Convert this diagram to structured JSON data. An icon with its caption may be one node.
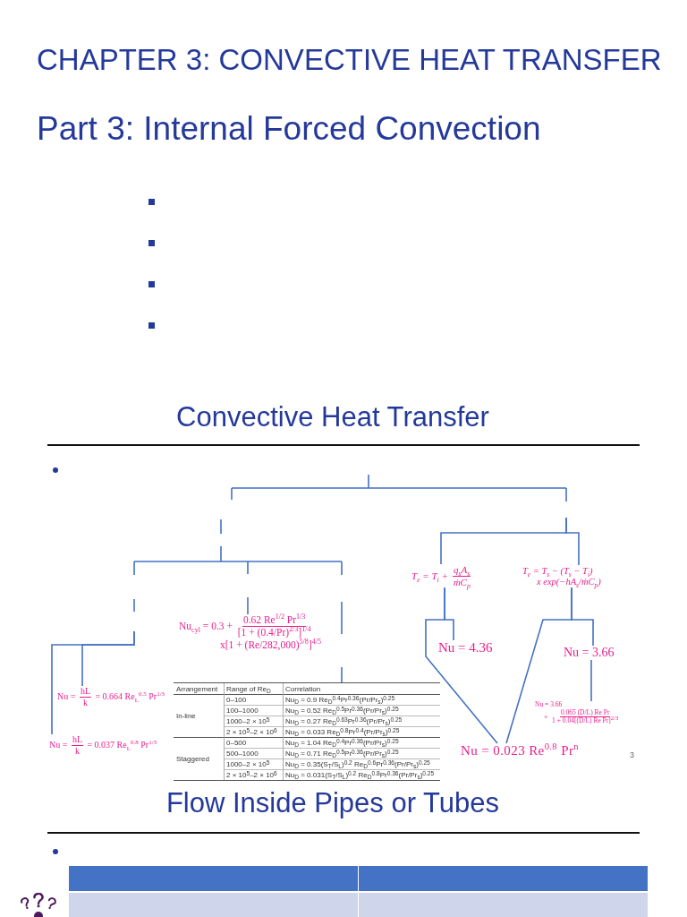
{
  "diagram": {
    "title": "CHAPTER 3: CONVECTIVE HEAT TRANSFER",
    "nodes": [
      {
        "text": [
          "T$_{e}$ = T$_{i}$ +",
          "q$_{s}$A$_{s}$",
          "ṁC$_{p}$"
        ]
      },
      {
        "text": [
          "T$_{e}$ = T$_{s}$ − (T$_{s}$ − T$_{i}$)",
          "x exp(−hA$_{s}$/ṁC$_{p}$)"
        ]
      },
      {
        "text": [
          "Nu$_{cyl}$ = 0.3 +",
          "0.62 Re$^{1/2}$ Pr$^{1/3}$",
          "[1 + (0.4/Pr)$^{2/3}$]$^{1/4}$",
          "x[1 + (Re/282,000)$^{5/8}$]$^{4/5}$"
        ]
      },
      {
        "text": [
          "Nu = 4.36"
        ]
      },
      {
        "text": [
          "Nu = 3.66"
        ]
      },
      {
        "text": [
          "Nu =",
          "hL",
          "k",
          "= 0.664 Re$_{L}$$^{0.5}$ Pr$^{1/3}$"
        ]
      },
      {
        "text": [
          "Arrangement",
          "Range of Re$_{D}$",
          "Correlation",
          "In-line",
          "0–100",
          "Nu$_{D}$ = 0.9 Re$_{D}$$^{0.4}$Pr$^{0.36}$(Pr/Pr$_{s}$)$^{0.25}$",
          "100–1000",
          "Nu$_{D}$ = 0.52 Re$_{D}$$^{0.5}$Pr$^{0.36}$(Pr/Pr$_{s}$)$^{0.25}$",
          "1000–2 × 10$^{5}$",
          "Nu$_{D}$ = 0.27 Re$_{D}$$^{0.63}$Pr$^{0.36}$(Pr/Pr$_{s}$)$^{0.25}$",
          "2 × 10$^{5}$–2 × 10$^{6}$",
          "Nu$_{D}$ = 0.033 Re$_{D}$$^{0.8}$Pr$^{0.4}$(Pr/Pr$_{s}$)$^{0.25}$",
          "Staggered",
          "0–500",
          "Nu$_{D}$ = 1.04 Re$_{D}$$^{0.4}$Pr$^{0.36}$(Pr/Pr$_{s}$)$^{0.25}$",
          "500–1000",
          "Nu$_{D}$ = 0.71 Re$_{D}$$^{0.5}$Pr$^{0.36}$(Pr/Pr$_{s}$)$^{0.25}$",
          "1000–2 × 10$^{5}$",
          "Nu$_{D}$ = 0.35(S$_{T}$/S$_{L}$)$^{0.2}$ Re$_{D}$$^{0.6}$Pr$^{0.36}$(Pr/Pr$_{s}$)$^{0.25}$",
          "2 × 10$^{5}$–2 × 10$^{6}$",
          "Nu$_{D}$ = 0.031(S$_{T}$/S$_{L}$)$^{0.2}$ Re$_{D}$$^{0.8}$Pr$^{0.36}$(Pr/Pr$_{s}$)$^{0.25}$"
        ]
      },
      {
        "text": [
          "Nu = 3.66",
          "+",
          "0.065 (D/L) Re Pr",
          "1 + 0.04[(D/L) Re Pr]$^{2/3}$"
        ]
      },
      {
        "text": [
          "Nu =",
          "hL",
          "k",
          "= 0.037 Re$_{L}$$^{0.8}$ Pr$^{1/3}$"
        ]
      },
      {
        "text": [
          "Nu = 0.023 Re$^{0.8}$ Pr$^{n}$"
        ]
      }
    ],
    "edges": [
      {
        "from": null,
        "to": 0,
        "arrow": "none"
      },
      {
        "from": null,
        "to": 1,
        "arrow": "none"
      },
      {
        "from": null,
        "to": 2,
        "arrow": "none"
      },
      {
        "from": 0,
        "to": 3,
        "arrow": "none"
      },
      {
        "from": 0,
        "to": 9,
        "arrow": "none"
      },
      {
        "from": 1,
        "to": 4,
        "arrow": "none"
      },
      {
        "from": 1,
        "to": 9,
        "arrow": "none"
      },
      {
        "from": null,
        "to": 5,
        "arrow": "none"
      },
      {
        "from": null,
        "to": 8,
        "arrow": "none"
      },
      {
        "from": 4,
        "to": 7,
        "arrow": "none"
      },
      {
        "from": null,
        "to": 6,
        "arrow": "none"
      }
    ],
    "labels": [
      "Part 3: Internal Forced Convection",
      "Convective Heat Transfer",
      "3",
      "Flow Inside Pipes or Tubes"
    ]
  }
}
